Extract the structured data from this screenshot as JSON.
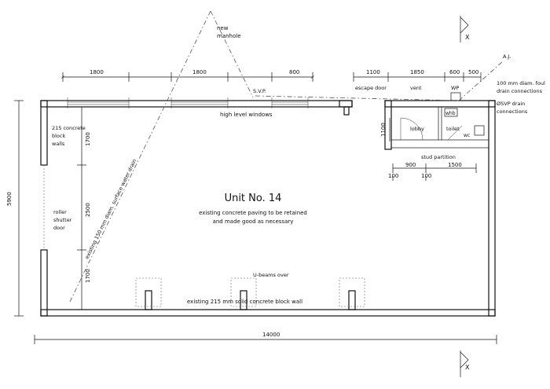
{
  "title": "Unit No. 14",
  "notes": {
    "paving_line1": "existing concrete paving to be retained",
    "paving_line2": "and made good as necessary",
    "new_manhole_line1": "new",
    "new_manhole_line2": "manhole",
    "svp": "S.V.P.",
    "high_level_windows": "high level windows",
    "block_walls_line1": "215 concrete",
    "block_walls_line2": "block",
    "block_walls_line3": "walls",
    "roller_line1": "roller",
    "roller_line2": "shutter",
    "roller_line3": "door",
    "drain": "existing 150 mm diam. surface water drain",
    "u_beams": "U-beams over",
    "existing_wall": "existing 215 mm solid concrete block wall",
    "escape_door": "escape door",
    "vent": "vent",
    "wp": "WP",
    "aj": "A.J.",
    "foul_line1": "100 mm diam. foul",
    "foul_line2": "drain connections",
    "svp_drain_line1": "ØSVP drain",
    "svp_drain_line2": "connections",
    "whb": "whb",
    "lobby": "lobby",
    "toilet": "toilet",
    "wc": "wc",
    "stud_partition": "stud partition",
    "section_mark": "X"
  },
  "dimensions": {
    "top_left_1": "1800",
    "top_left_2": "1800",
    "top_left_3": "800",
    "top_right_1": "1100",
    "top_right_2": "1850",
    "top_right_3": "600",
    "top_right_4": "500",
    "overall_height": "5900",
    "left_1": "1700",
    "left_2": "2500",
    "left_3": "1700",
    "lobby_height": "1100",
    "partition_1": "900",
    "partition_2": "1500",
    "partition_3": "100",
    "partition_4": "100",
    "overall_width": "14000"
  }
}
